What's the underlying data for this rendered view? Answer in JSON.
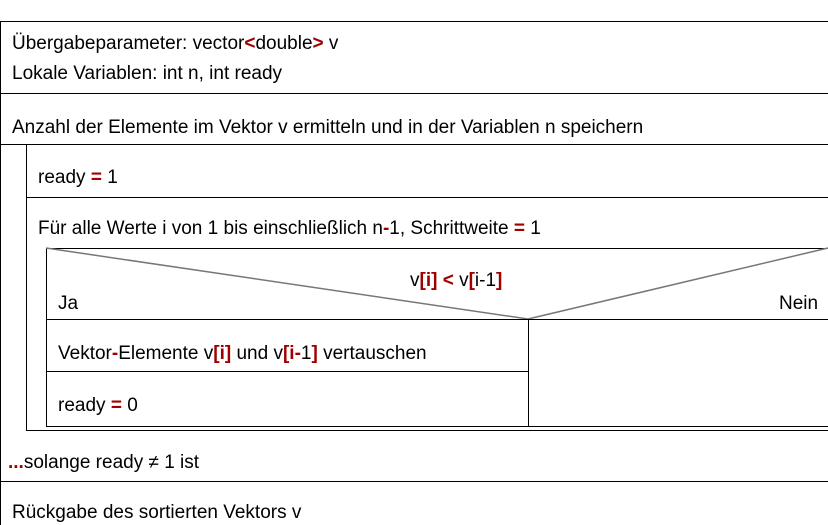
{
  "params": {
    "line1_prefix": "Übergabeparameter: vector",
    "line1_lt": "<",
    "line1_type": "double",
    "line1_gt": ">",
    "line1_suffix": " v",
    "line2": "Lokale Variablen: int n, int ready"
  },
  "count": {
    "text": "Anzahl der Elemente im Vektor v ermitteln und in der Variablen n speichern"
  },
  "loop": {
    "ready_init_name": "ready ",
    "ready_init_eq": "=",
    "ready_init_val": " 1",
    "for_prefix": "Für alle Werte i von 1 bis einschließlich n",
    "for_minus": "-",
    "for_mid": "1, Schrittweite ",
    "for_eq": "=",
    "for_val": " 1",
    "condition": {
      "v1": "v",
      "br1_open": "[",
      "i1": "i",
      "br1_close": "]",
      "lt": " < ",
      "v2": "v",
      "br2_open": "[",
      "i2": "i-1",
      "br2_close": "]"
    },
    "yes_label": "Ja",
    "no_label": "Nein",
    "swap": {
      "part1": "Vektor",
      "dash": "-",
      "part2": "Elemente v",
      "b1o": "[",
      "i1": "i",
      "b1c": "]",
      "part3": " und v",
      "b2o": "[",
      "i2a": "i",
      "minus": "-",
      "i2b": "1",
      "b2c": "]",
      "part4": " vertauschen"
    },
    "ready_zero_name": "ready ",
    "ready_zero_eq": "=",
    "ready_zero_val": " 0",
    "until_dots": "...",
    "until_text": "solange ready ≠ 1 ist"
  },
  "result": {
    "text": "Rückgabe des sortierten Vektors v"
  }
}
